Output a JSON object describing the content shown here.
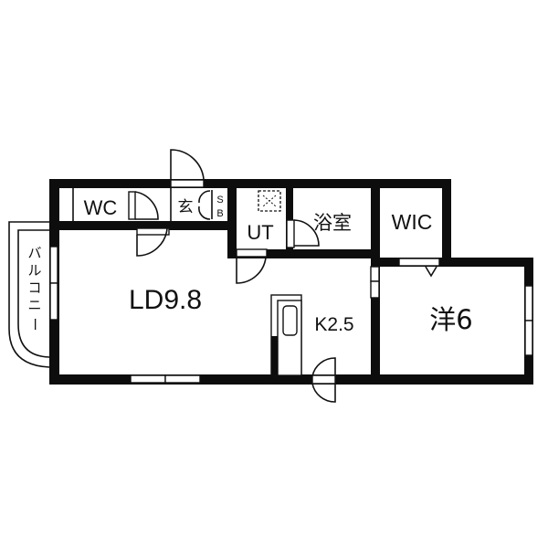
{
  "floor_plan": {
    "rooms": {
      "wc": "WC",
      "entrance": "玄",
      "shoe_box_s": "S",
      "shoe_box_b": "B",
      "utility": "UT",
      "bathroom": "浴室",
      "walk_in_closet": "WIC",
      "living_dining": "LD9.8",
      "kitchen": "K2.5",
      "western_room": "洋6",
      "balcony": [
        "バ",
        "ル",
        "コ",
        "ニ",
        "ー"
      ]
    },
    "colors": {
      "wall": "#0d0d0d",
      "background": "#ffffff"
    }
  }
}
